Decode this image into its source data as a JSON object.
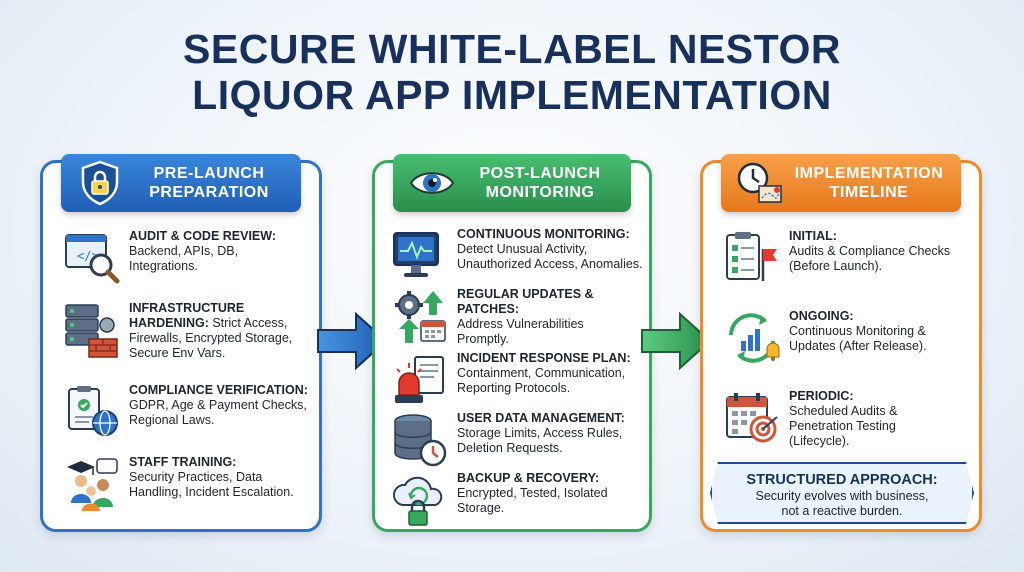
{
  "title": {
    "line1": "SECURE WHITE-LABEL NESTOR",
    "line2": "LIQUOR APP IMPLEMENTATION"
  },
  "colors": {
    "blue": "#2f73c9",
    "green": "#36a860",
    "orange": "#f08a2b",
    "navy": "#17305c"
  },
  "panels": {
    "pre": {
      "banner": {
        "line1": "PRE-LAUNCH",
        "line2": "PREPARATION",
        "icon": "shield-lock-icon"
      },
      "items": [
        {
          "icon": "code-magnifier-icon",
          "head": "AUDIT & CODE REVIEW:",
          "desc": [
            "Backend, APIs, DB,",
            "Integrations."
          ]
        },
        {
          "icon": "server-firewall-icon",
          "head": "INFRASTRUCTURE",
          "head2": "HARDENING:",
          "desc_inline": "Strict Access,",
          "desc": [
            "Firewalls, Encrypted Storage,",
            "Secure Env Vars."
          ]
        },
        {
          "icon": "compliance-globe-icon",
          "head": "COMPLIANCE VERIFICATION:",
          "desc": [
            "GDPR, Age & Payment Checks,",
            "Regional Laws."
          ]
        },
        {
          "icon": "staff-training-icon",
          "head": "STAFF TRAINING:",
          "desc": [
            "Security Practices, Data",
            "Handling, Incident Escalation."
          ]
        }
      ]
    },
    "post": {
      "banner": {
        "line1": "POST-LAUNCH",
        "line2": "MONITORING",
        "icon": "eye-icon"
      },
      "items": [
        {
          "icon": "monitor-pulse-icon",
          "head": "CONTINUOUS MONITORING:",
          "desc": [
            "Detect Unusual Activity,",
            "Unauthorized Access, Anomalies."
          ]
        },
        {
          "icon": "gear-update-icon",
          "head": "REGULAR UPDATES &",
          "head2": "PATCHES:",
          "desc": [
            "Address Vulnerabilities",
            "Promptly."
          ]
        },
        {
          "icon": "alarm-document-icon",
          "head": "INCIDENT RESPONSE PLAN:",
          "desc": [
            "Containment, Communication,",
            "Reporting Protocols."
          ]
        },
        {
          "icon": "database-clock-icon",
          "head": "USER DATA MANAGEMENT:",
          "desc": [
            "Storage Limits, Access Rules,",
            "Deletion Requests."
          ]
        },
        {
          "icon": "cloud-backup-icon",
          "head": "BACKUP & RECOVERY:",
          "desc": [
            "Encrypted, Tested, Isolated",
            "Storage."
          ]
        }
      ]
    },
    "time": {
      "banner": {
        "line1": "IMPLEMENTATION",
        "line2": "TIMELINE",
        "icon": "clock-map-icon"
      },
      "items": [
        {
          "icon": "checklist-flag-icon",
          "head": "INITIAL:",
          "desc": [
            "Audits & Compliance Checks",
            "(Before Launch)."
          ]
        },
        {
          "icon": "cycle-chart-icon",
          "head": "ONGOING:",
          "desc": [
            "Continuous Monitoring &",
            "Updates (After Release)."
          ]
        },
        {
          "icon": "calendar-target-icon",
          "head": "PERIODIC:",
          "desc": [
            "Scheduled Audits &",
            "Penetration Testing",
            "(Lifecycle)."
          ]
        }
      ]
    }
  },
  "approach": {
    "head": "STRUCTURED APPROACH:",
    "desc": [
      "Security evolves with business,",
      "not a reactive burden."
    ]
  }
}
